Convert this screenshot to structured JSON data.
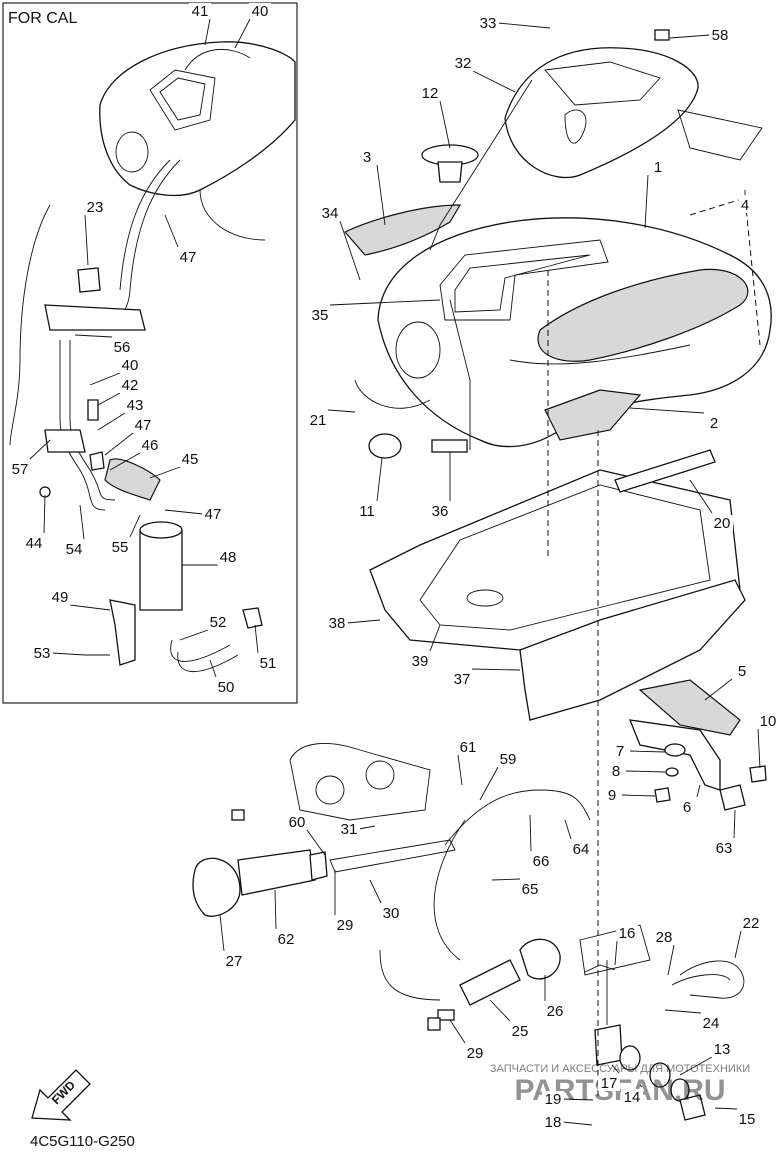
{
  "diagram": {
    "inset_label": "FOR CAL",
    "code": "4C5G110-G250",
    "fwd_label": "FWD",
    "watermark_text": "ЗАПЧАСТИ И АКСЕССУАРЫ ДЛЯ МОТОТЕХНИКИ",
    "watermark_logo": "PARTSFAN.RU",
    "watermark_color": "#e03030",
    "callouts": [
      {
        "id": "41",
        "text": "41"
      },
      {
        "id": "40a",
        "text": "40"
      },
      {
        "id": "23",
        "text": "23"
      },
      {
        "id": "47a",
        "text": "47"
      },
      {
        "id": "56",
        "text": "56"
      },
      {
        "id": "40b",
        "text": "40"
      },
      {
        "id": "42",
        "text": "42"
      },
      {
        "id": "43",
        "text": "43"
      },
      {
        "id": "47b",
        "text": "47"
      },
      {
        "id": "46",
        "text": "46"
      },
      {
        "id": "45",
        "text": "45"
      },
      {
        "id": "57",
        "text": "57"
      },
      {
        "id": "44",
        "text": "44"
      },
      {
        "id": "47c",
        "text": "47"
      },
      {
        "id": "54",
        "text": "54"
      },
      {
        "id": "55",
        "text": "55"
      },
      {
        "id": "48",
        "text": "48"
      },
      {
        "id": "49",
        "text": "49"
      },
      {
        "id": "53",
        "text": "53"
      },
      {
        "id": "52",
        "text": "52"
      },
      {
        "id": "51",
        "text": "51"
      },
      {
        "id": "50",
        "text": "50"
      },
      {
        "id": "33",
        "text": "33"
      },
      {
        "id": "58",
        "text": "58"
      },
      {
        "id": "32",
        "text": "32"
      },
      {
        "id": "12",
        "text": "12"
      },
      {
        "id": "3",
        "text": "3"
      },
      {
        "id": "1",
        "text": "1"
      },
      {
        "id": "4",
        "text": "4"
      },
      {
        "id": "34",
        "text": "34"
      },
      {
        "id": "35",
        "text": "35"
      },
      {
        "id": "21",
        "text": "21"
      },
      {
        "id": "2",
        "text": "2"
      },
      {
        "id": "11",
        "text": "11"
      },
      {
        "id": "36",
        "text": "36"
      },
      {
        "id": "20",
        "text": "20"
      },
      {
        "id": "38",
        "text": "38"
      },
      {
        "id": "39",
        "text": "39"
      },
      {
        "id": "37",
        "text": "37"
      },
      {
        "id": "5",
        "text": "5"
      },
      {
        "id": "10",
        "text": "10"
      },
      {
        "id": "7",
        "text": "7"
      },
      {
        "id": "8",
        "text": "8"
      },
      {
        "id": "9",
        "text": "9"
      },
      {
        "id": "6",
        "text": "6"
      },
      {
        "id": "63",
        "text": "63"
      },
      {
        "id": "61",
        "text": "61"
      },
      {
        "id": "59",
        "text": "59"
      },
      {
        "id": "31",
        "text": "31"
      },
      {
        "id": "60",
        "text": "60"
      },
      {
        "id": "64",
        "text": "64"
      },
      {
        "id": "66",
        "text": "66"
      },
      {
        "id": "65",
        "text": "65"
      },
      {
        "id": "29a",
        "text": "29"
      },
      {
        "id": "30",
        "text": "30"
      },
      {
        "id": "62",
        "text": "62"
      },
      {
        "id": "27",
        "text": "27"
      },
      {
        "id": "22",
        "text": "22"
      },
      {
        "id": "16",
        "text": "16"
      },
      {
        "id": "28",
        "text": "28"
      },
      {
        "id": "26",
        "text": "26"
      },
      {
        "id": "24",
        "text": "24"
      },
      {
        "id": "25",
        "text": "25"
      },
      {
        "id": "29b",
        "text": "29"
      },
      {
        "id": "13",
        "text": "13"
      },
      {
        "id": "17",
        "text": "17"
      },
      {
        "id": "19",
        "text": "19"
      },
      {
        "id": "14",
        "text": "14"
      },
      {
        "id": "15",
        "text": "15"
      },
      {
        "id": "18",
        "text": "18"
      }
    ]
  }
}
